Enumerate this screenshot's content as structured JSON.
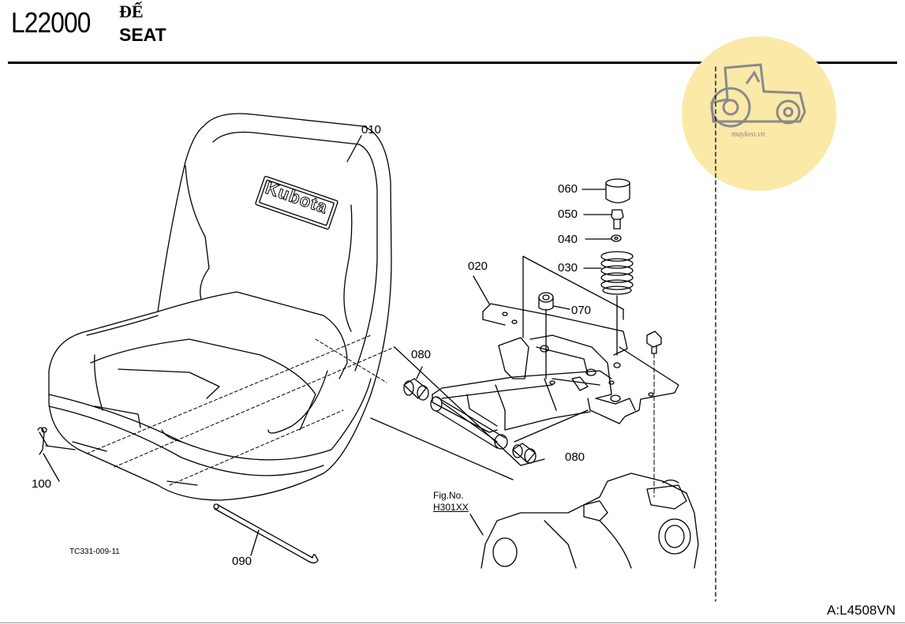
{
  "header": {
    "code": "L22000",
    "title_vn": "ĐẾ",
    "title_en": "SEAT"
  },
  "footer": {
    "doc_code": "A:L4508VN"
  },
  "drawing_code": "TC331-009-11",
  "figure_reference": {
    "label": "Fig.No.",
    "number": "H301XX"
  },
  "seat_brand": "Kubota",
  "watermark": {
    "text": "maykeo.vn"
  },
  "callouts": {
    "c010": "010",
    "c020": "020",
    "c030": "030",
    "c040": "040",
    "c050": "050",
    "c060": "060",
    "c070": "070",
    "c080a": "080",
    "c080b": "080",
    "c090": "090",
    "c100": "100"
  }
}
